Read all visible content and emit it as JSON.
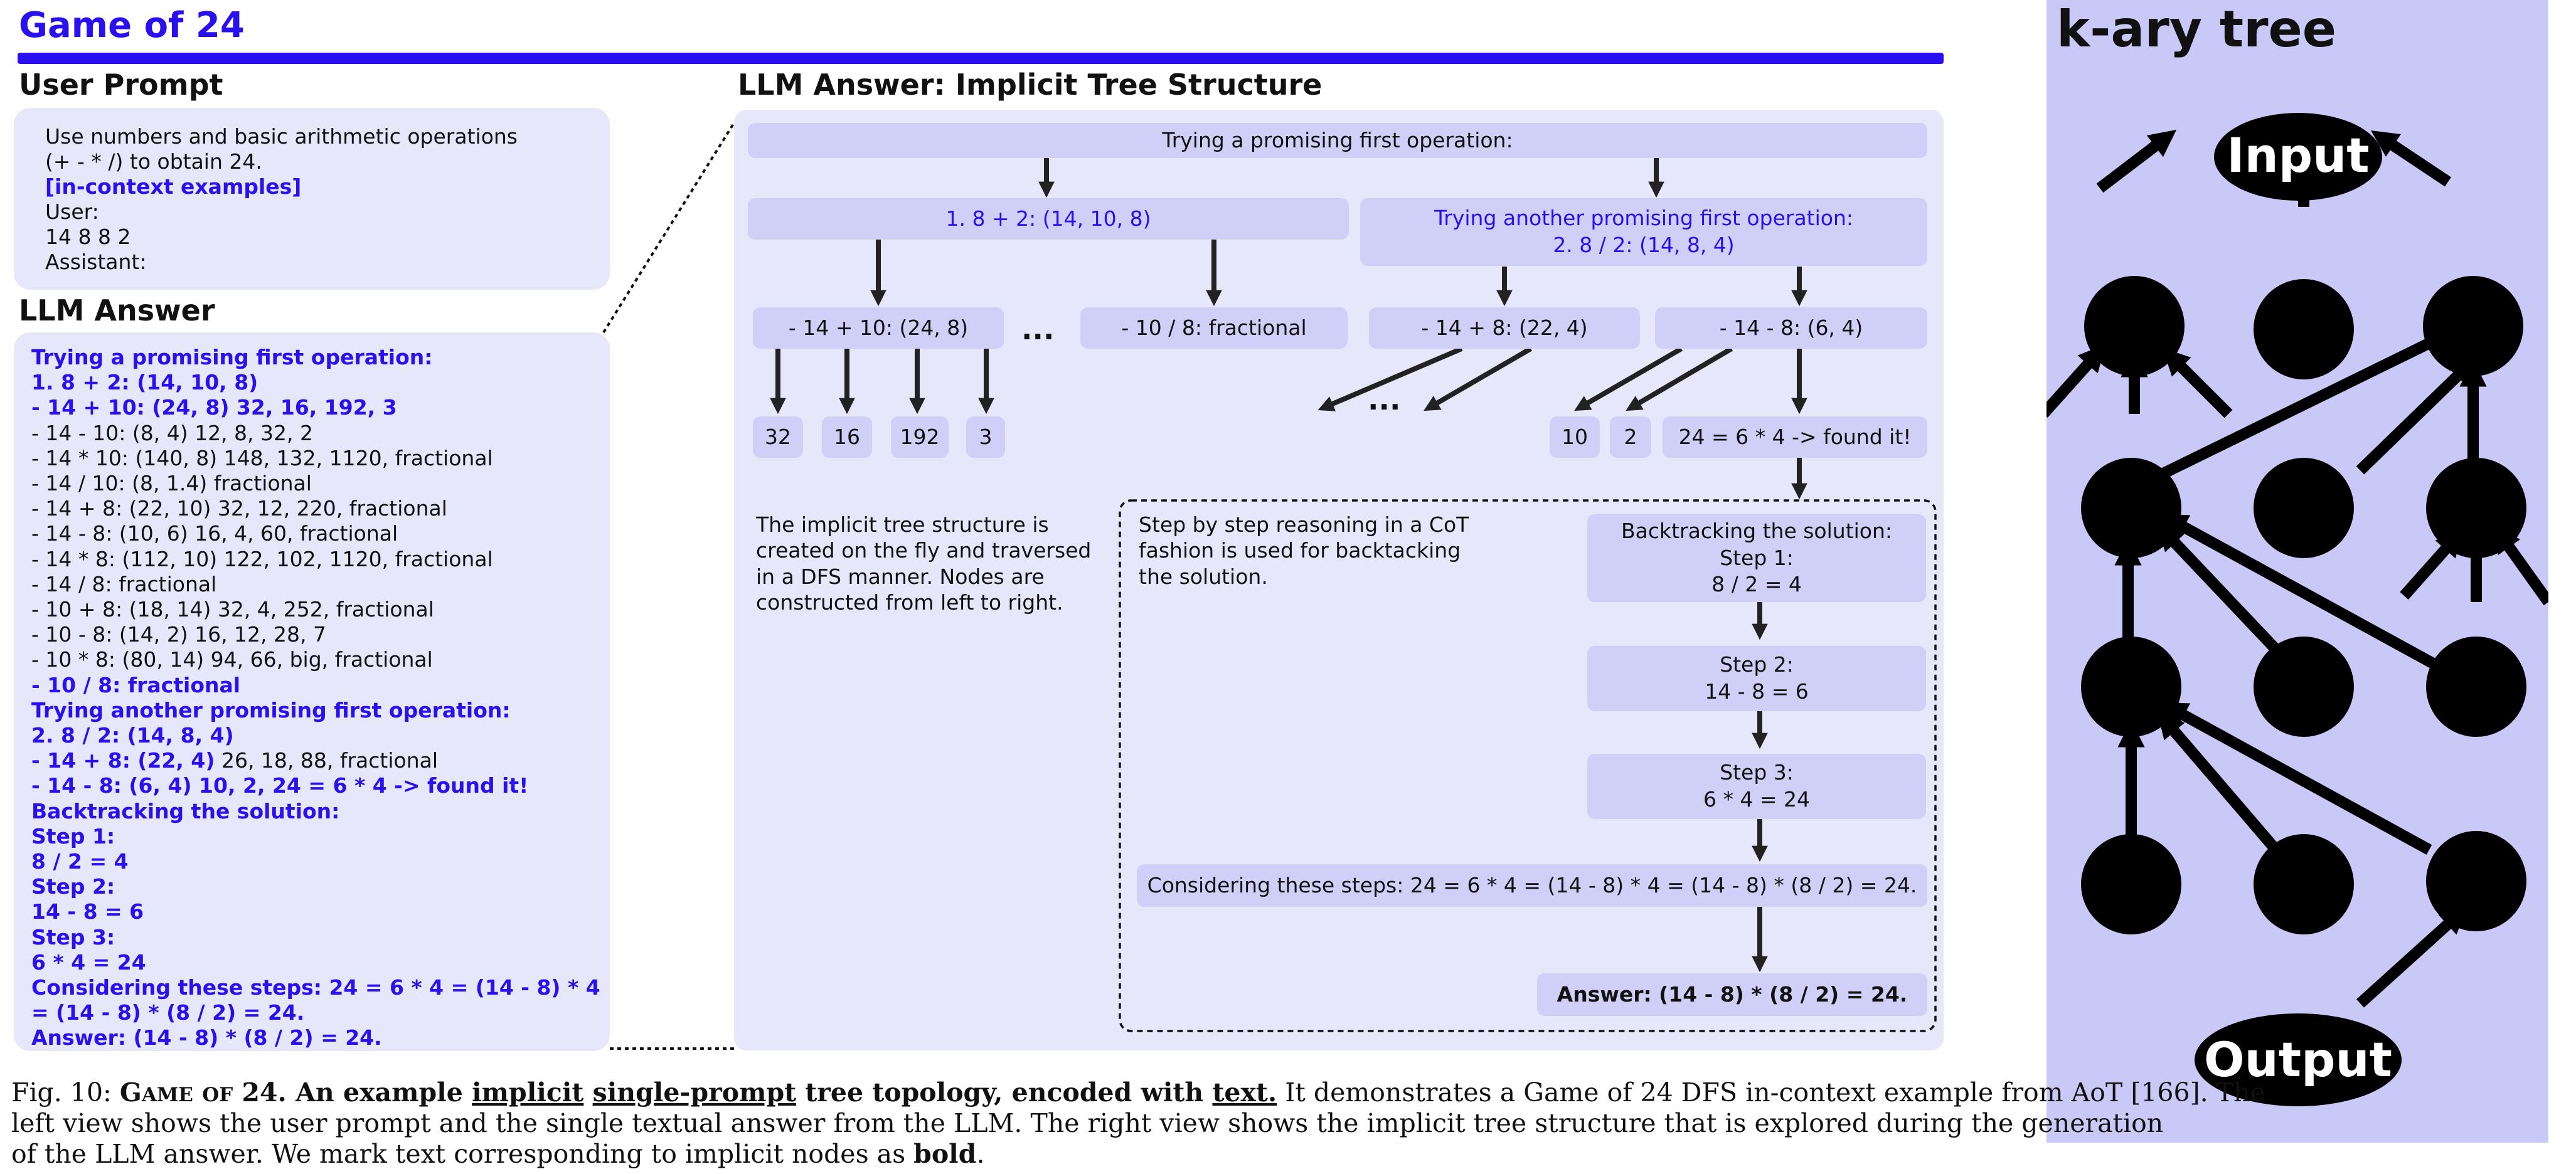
{
  "title": "Game of 24",
  "user_prompt": {
    "heading": "User Prompt",
    "lines": [
      "Use numbers and basic arithmetic operations",
      "(+ - * /) to obtain 24.",
      "[in-context examples]",
      "User:",
      "14 8 8 2",
      "Assistant:"
    ]
  },
  "llm_answer": {
    "heading": "LLM Answer",
    "lines": [
      {
        "bold": "Trying a promising first operation:",
        "rest": ""
      },
      {
        "bold": "1. 8 + 2: (14, 10, 8)",
        "rest": ""
      },
      {
        "bold": "- 14 + 10: (24, 8) 32, 16, 192, 3",
        "rest": ""
      },
      {
        "bold": "",
        "rest": "- 14 - 10: (8, 4) 12, 8, 32, 2"
      },
      {
        "bold": "",
        "rest": "- 14 * 10: (140, 8) 148, 132, 1120, fractional"
      },
      {
        "bold": "",
        "rest": "- 14 / 10: (8, 1.4) fractional"
      },
      {
        "bold": "",
        "rest": "- 14 + 8: (22, 10) 32, 12, 220, fractional"
      },
      {
        "bold": "",
        "rest": "- 14 - 8: (10, 6) 16, 4, 60, fractional"
      },
      {
        "bold": "",
        "rest": "- 14 * 8: (112, 10) 122, 102, 1120, fractional"
      },
      {
        "bold": "",
        "rest": "- 14 / 8: fractional"
      },
      {
        "bold": "",
        "rest": "- 10 + 8: (18, 14) 32, 4, 252, fractional"
      },
      {
        "bold": "",
        "rest": "- 10 - 8: (14, 2) 16, 12, 28, 7"
      },
      {
        "bold": "",
        "rest": "- 10 * 8: (80, 14) 94, 66, big, fractional"
      },
      {
        "bold": "- 10 / 8: fractional",
        "rest": ""
      },
      {
        "bold": "Trying another promising first operation:",
        "rest": ""
      },
      {
        "bold": "2. 8 / 2: (14, 8, 4)",
        "rest": ""
      },
      {
        "bold": "- 14 + 8: (22, 4)",
        "rest": " 26, 18, 88, fractional"
      },
      {
        "bold": "- 14 - 8: (6, 4) 10, 2, 24 = 6 * 4 -> found it!",
        "rest": ""
      },
      {
        "bold": "Backtracking the solution:",
        "rest": ""
      },
      {
        "bold": "Step 1:",
        "rest": ""
      },
      {
        "bold": "8 / 2 = 4",
        "rest": ""
      },
      {
        "bold": "Step 2:",
        "rest": ""
      },
      {
        "bold": "14 - 8 = 6",
        "rest": ""
      },
      {
        "bold": "Step 3:",
        "rest": ""
      },
      {
        "bold": "6 * 4 = 24",
        "rest": ""
      },
      {
        "bold": "Considering these steps: 24 = 6 * 4 = (14 - 8) * 4",
        "rest": ""
      },
      {
        "bold": "= (14 - 8) * (8 / 2) = 24.",
        "rest": ""
      },
      {
        "bold": "Answer: (14 - 8) * (8 / 2) = 24.",
        "rest": ""
      }
    ]
  },
  "tree": {
    "heading": "LLM Answer: Implicit Tree Structure",
    "root": "Trying a promising first operation:",
    "op1": "1. 8 + 2: (14, 10, 8)",
    "op2_line1": "Trying another promising first operation:",
    "op2_line2": "2. 8 / 2: (14, 8, 4)",
    "n_14p10": "- 14 + 10: (24, 8)",
    "n_10d8": "- 10 / 8: fractional",
    "n_14p8": "- 14 + 8: (22, 4)",
    "n_14m8": "- 14 - 8: (6, 4)",
    "leaves_left": [
      "32",
      "16",
      "192",
      "3"
    ],
    "leaf_10": "10",
    "leaf_2": "2",
    "found": "24 = 6 * 4 -> found it!",
    "ellipsis": "...",
    "note_left": [
      "The implicit tree structure is",
      "created on the fly and traversed",
      "in a DFS manner. Nodes are",
      "constructed from left to right."
    ],
    "note_right": [
      "Step by step reasoning in a CoT",
      "fashion is used for backtacking",
      "the solution."
    ],
    "backtrack": [
      "Backtracking the solution:",
      "Step 1:",
      "8 / 2 = 4"
    ],
    "step2": [
      "Step 2:",
      "14 - 8 = 6"
    ],
    "step3": [
      "Step 3:",
      "6 * 4 = 24"
    ],
    "considering": "Considering these steps: 24 = 6 * 4 = (14 - 8) * 4 = (14 - 8) * (8 / 2) = 24.",
    "answer": "Answer: (14 - 8) * (8 / 2) = 24."
  },
  "kary": {
    "title": "k-ary tree",
    "input": "Input",
    "output": "Output"
  },
  "caption": {
    "fig": "Fig. 10:",
    "game_big_g": "G",
    "game_small_ame": "AME",
    "game_of": "OF",
    "bold_rest_1": "24. An example",
    "u_implicit": "implicit",
    "u_single": "single-prompt",
    "bold_tree": "tree topology, encoded with",
    "u_text": "text.",
    "rest_1": " It demonstrates a Game of 24 DFS in-context example from AoT [166]. The",
    "rest_2": "left view shows the user prompt and the single textual answer from the LLM. The right view shows the implicit tree structure that is explored during the generation",
    "rest_3a": "of the LLM answer. We mark text corresponding to implicit nodes as ",
    "rest_3b": "bold",
    "rest_3c": "."
  },
  "colors": {
    "accent": "#2a10ee",
    "panel": "#e7e7fb",
    "node": "#cfcff8",
    "kary_bg": "#c9c9f8"
  }
}
